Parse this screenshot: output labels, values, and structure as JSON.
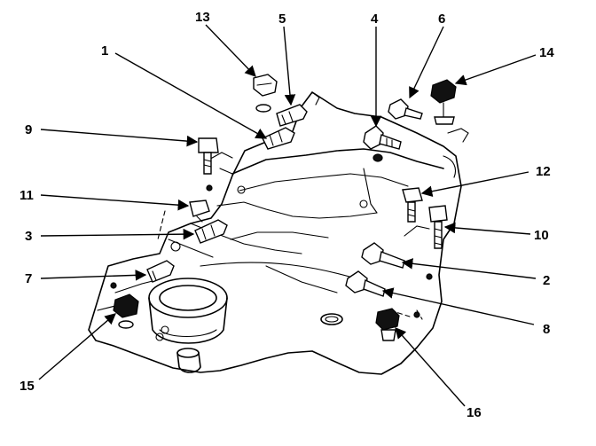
{
  "figure": {
    "callouts": [
      {
        "id": "1",
        "text": "1"
      },
      {
        "id": "2",
        "text": "2"
      },
      {
        "id": "3",
        "text": "3"
      },
      {
        "id": "4",
        "text": "4"
      },
      {
        "id": "5",
        "text": "5"
      },
      {
        "id": "6",
        "text": "6"
      },
      {
        "id": "7",
        "text": "7"
      },
      {
        "id": "8",
        "text": "8"
      },
      {
        "id": "9",
        "text": "9"
      },
      {
        "id": "10",
        "text": "10"
      },
      {
        "id": "11",
        "text": "11"
      },
      {
        "id": "12",
        "text": "12"
      },
      {
        "id": "13",
        "text": "13"
      },
      {
        "id": "14",
        "text": "14"
      },
      {
        "id": "15",
        "text": "15"
      },
      {
        "id": "16",
        "text": "16"
      }
    ]
  }
}
